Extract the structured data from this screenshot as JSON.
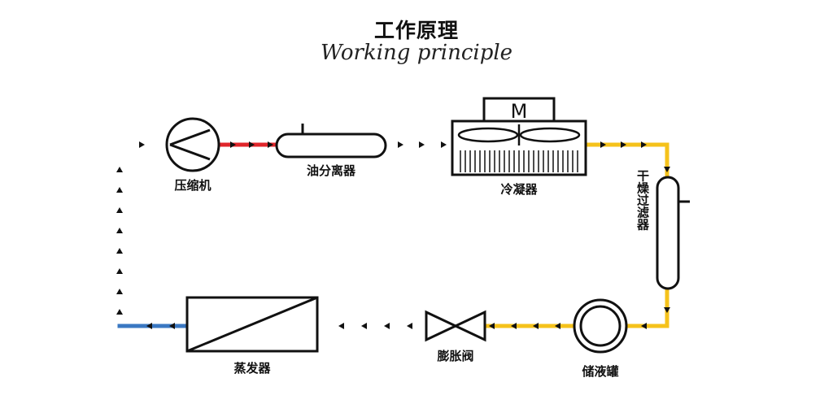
{
  "title": "工作原理",
  "subtitle": "Working principle",
  "components": {
    "compressor": "压缩机",
    "oil_separator": "油分离器",
    "condenser": "冷凝器",
    "condenser_motor": "M",
    "dryer_filter": "干燥过滤器",
    "receiver": "储液罐",
    "expansion_valve": "膨胀阀",
    "evaporator": "蒸发器"
  },
  "colors": {
    "hot_gas": "#e0262b",
    "warm": "#f28a1e",
    "liquid": "#f5c21b",
    "cold": "#3a78c2",
    "suction": "#37e0ea",
    "outline": "#111111"
  }
}
